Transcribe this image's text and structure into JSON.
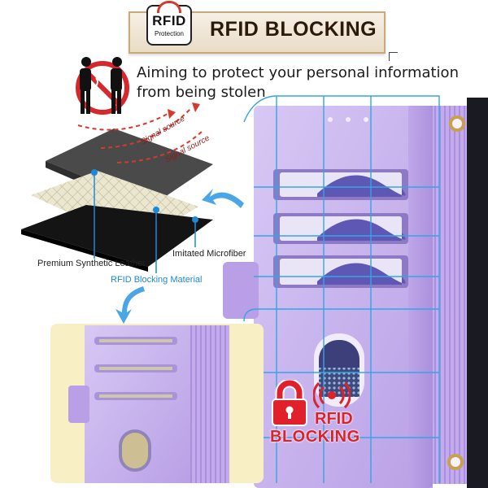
{
  "banner": {
    "badge_main": "RFID",
    "badge_sub": "Protection",
    "title": "RFID BLOCKING"
  },
  "tagline": "Aiming to protect your personal information from being stolen",
  "signals": [
    "Signal source",
    "Signal source"
  ],
  "layers": {
    "leather": "Premium Synthetic Leather",
    "microfiber": "Imitated Microfiber",
    "rfid": "RFID Blocking Material"
  },
  "lock_badge": {
    "line1": "RFID",
    "line2": "BLOCKING"
  },
  "colors": {
    "accent_blue": "#1e88d8",
    "lavender": "#c9b4ec",
    "alert_red": "#e0202a",
    "banner_gold": "#c9a97a"
  },
  "icons": [
    "no-skimming-icon",
    "padlock-icon",
    "wireless-signal-icon",
    "curved-arrow-icon",
    "layer-marker-icon"
  ]
}
